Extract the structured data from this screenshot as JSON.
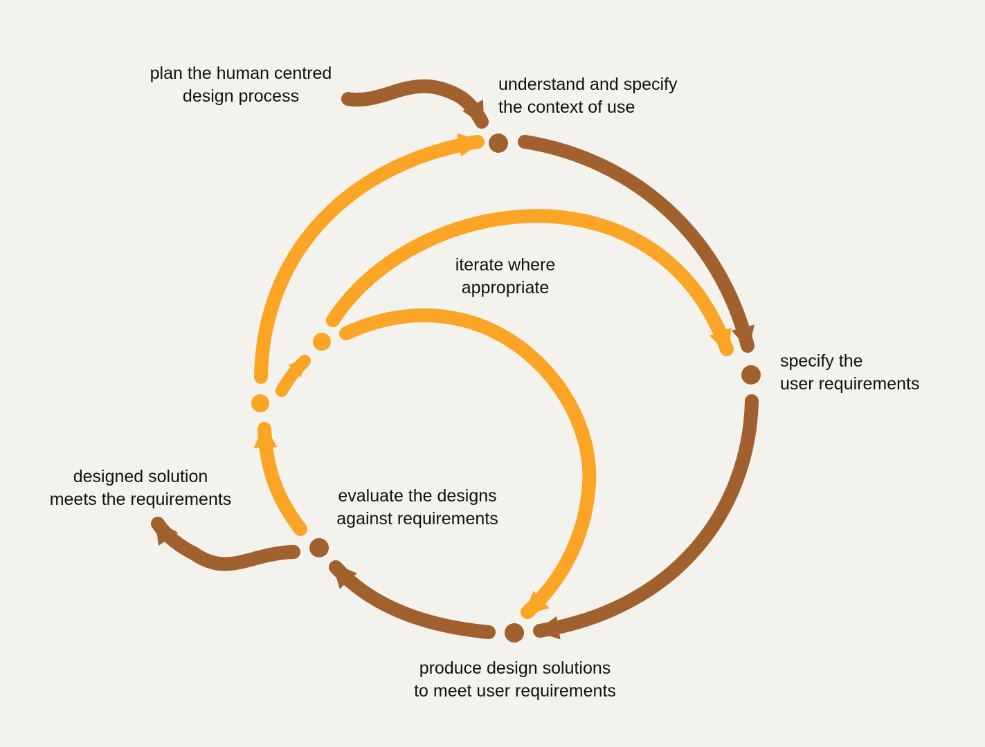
{
  "colors": {
    "background": "#f3f2ec",
    "brown": "#a0612f",
    "orange": "#faa526",
    "text": "#111111"
  },
  "labels": {
    "plan": [
      "plan the human centred",
      "design process"
    ],
    "context": [
      "understand and specify",
      "the context of use"
    ],
    "requirements": [
      "specify the",
      "user requirements"
    ],
    "produce": [
      "produce design solutions",
      "to meet user requirements"
    ],
    "evaluate": [
      "evaluate the designs",
      "against requirements"
    ],
    "designed": [
      "designed solution",
      "meets the requirements"
    ],
    "iterate": [
      "iterate where",
      "appropriate"
    ]
  }
}
